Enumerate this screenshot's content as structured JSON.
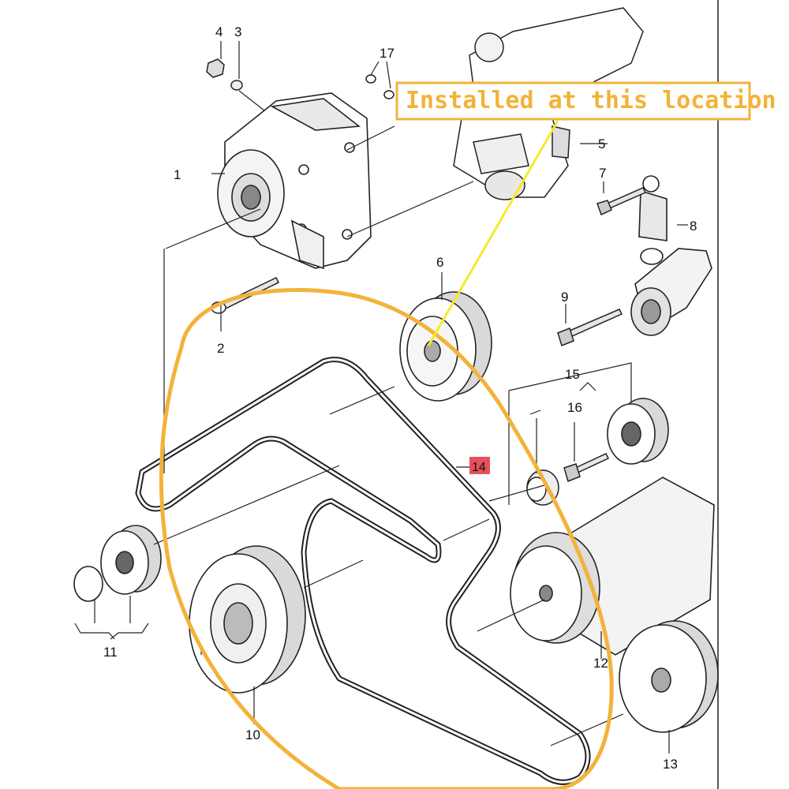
{
  "annotation": {
    "text": "Installed at this location",
    "color": "#f2b33a",
    "pointer_color": "#f5ea2a"
  },
  "highlighted_part": {
    "number": "14",
    "color": "#e8505b"
  },
  "callouts": [
    {
      "id": "1",
      "text": "1"
    },
    {
      "id": "2",
      "text": "2"
    },
    {
      "id": "3",
      "text": "3"
    },
    {
      "id": "4",
      "text": "4"
    },
    {
      "id": "5",
      "text": "5"
    },
    {
      "id": "6",
      "text": "6"
    },
    {
      "id": "7",
      "text": "7"
    },
    {
      "id": "8",
      "text": "8"
    },
    {
      "id": "9",
      "text": "9"
    },
    {
      "id": "10",
      "text": "10"
    },
    {
      "id": "11",
      "text": "11"
    },
    {
      "id": "12",
      "text": "12"
    },
    {
      "id": "13",
      "text": "13"
    },
    {
      "id": "15",
      "text": "15"
    },
    {
      "id": "16",
      "text": "16"
    },
    {
      "id": "17",
      "text": "17"
    }
  ]
}
